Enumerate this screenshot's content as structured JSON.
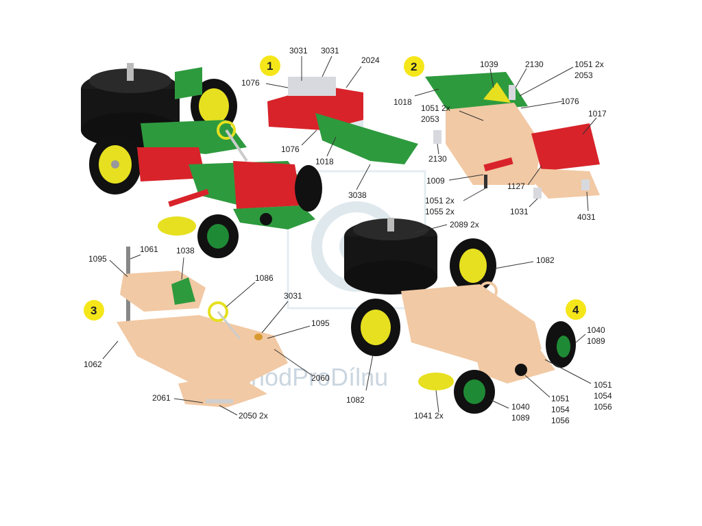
{
  "steps": [
    {
      "number": "1",
      "color": "#f5e61a"
    },
    {
      "number": "2",
      "color": "#f5e61a"
    },
    {
      "number": "3",
      "color": "#f5e61a"
    },
    {
      "number": "4",
      "color": "#f5e61a"
    }
  ],
  "step1_labels": [
    "3031",
    "3031",
    "2024",
    "1076",
    "1076",
    "1018",
    "3038"
  ],
  "step2_labels": [
    "1039",
    "2130",
    "1051 2x",
    "2053",
    "1018",
    "1076",
    "1051 2x",
    "2053",
    "1017",
    "2130",
    "1009",
    "1127",
    "1051 2x",
    "1055 2x",
    "1031",
    "4031"
  ],
  "step3_labels": [
    "1095",
    "1061",
    "1038",
    "1086",
    "3031",
    "1095",
    "1062",
    "2060",
    "2061",
    "2050 2x"
  ],
  "step4_labels": [
    "2089 2x",
    "1082",
    "1040",
    "1089",
    "1082",
    "1051",
    "1054",
    "1056",
    "1051",
    "1054",
    "1056",
    "1041 2x",
    "1040",
    "1089"
  ],
  "watermark": "ObchodProDílnu",
  "colors": {
    "red": "#d8232a",
    "green": "#2e9a3e",
    "tan": "#f1c9a4",
    "silver": "#d7d9de",
    "tire": "#161616",
    "hub_yellow": "#e9e21e",
    "hub_green": "#1f8a35"
  }
}
